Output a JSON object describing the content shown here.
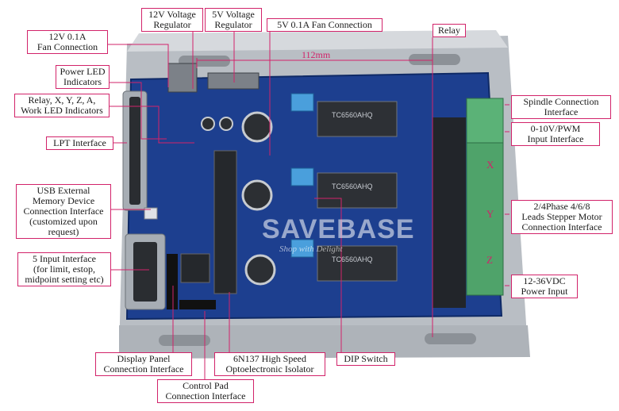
{
  "labels": {
    "v12_reg": "12V Voltage Regulator",
    "v12_reg_l1": "12V Voltage",
    "v12_reg_l2": "Regulator",
    "v5_reg_l1": "5V Voltage",
    "v5_reg_l2": "Regulator",
    "fan5": "5V 0.1A Fan Connection",
    "relay": "Relay",
    "fan12_l1": "12V 0.1A",
    "fan12_l2": "Fan Connection",
    "power_led_l1": "Power LED",
    "power_led_l2": "Indicators",
    "relay_led_l1": "Relay, X, Y, Z, A,",
    "relay_led_l2": "Work LED Indicators",
    "lpt": "LPT Interface",
    "usb_l1": "USB External",
    "usb_l2": "Memory Device",
    "usb_l3": "Connection Interface",
    "usb_l4": "(customized upon",
    "usb_l5": "request)",
    "input5_l1": "5 Input Interface",
    "input5_l2": "(for limit, estop,",
    "input5_l3": "midpoint setting etc)",
    "display_l1": "Display Panel",
    "display_l2": "Connection Interface",
    "control_l1": "Control Pad",
    "control_l2": "Connection Interface",
    "isolator_l1": "6N137 High Speed",
    "isolator_l2": "Optoelectronic Isolator",
    "dip": "DIP Switch",
    "spindle_l1": "Spindle Connection",
    "spindle_l2": "Interface",
    "pwm_l1": "0-10V/PWM",
    "pwm_l2": "Input Interface",
    "stepper_l1": "2/4Phase 4/6/8",
    "stepper_l2": "Leads Stepper Motor",
    "stepper_l3": "Connection Interface",
    "power_l1": "12-36VDC",
    "power_l2": "Power Input",
    "x": "X",
    "y": "Y",
    "z": "Z",
    "dimension": "112mm",
    "watermark": "SAVEBASE",
    "watermark_sub": "Shop with Delight",
    "chip": "TC6560AHQ"
  },
  "colors": {
    "callout_border": "#d2236a",
    "board_blue": "#1d3f8f",
    "heatsink": "#c9cdd2",
    "terminal_green": "#4fa36a"
  }
}
